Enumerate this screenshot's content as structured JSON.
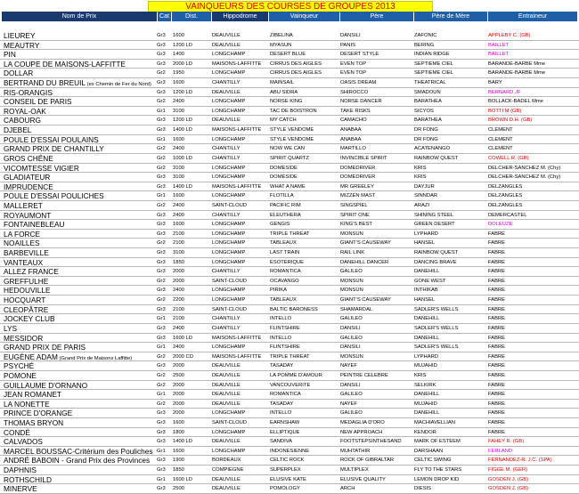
{
  "title": "VAINQUEURS DES COURSES DE GROUPES 2013",
  "headers": {
    "nom": "Nom de Prix",
    "cat": "Cat",
    "dist": "Dist.",
    "hippodrome": "Hippodrome",
    "vainqueur": "Vainqueur",
    "pere": "Père",
    "mere": "Père de Mère",
    "entraineur": "Entraineur"
  },
  "entraineur_colors": {
    "pink": "#e000e0",
    "red": "#e00000"
  },
  "rows": [
    {
      "nom": "LIEUREY",
      "sub": "",
      "cat": "Gr3",
      "dist": "1600",
      "hippo": "DEAUVILLE",
      "vainq": "ZIBELINA",
      "pere": "DANSILI",
      "mere": "ZAFONIC",
      "entr": "APPLEBY C. (GB)",
      "ec": "red"
    },
    {
      "nom": "MEAUTRY",
      "sub": "",
      "cat": "Gr3",
      "dist": "1200 LD",
      "hippo": "DEAUVILLE",
      "vainq": "MYASUN",
      "pere": "PANIS",
      "mere": "BERING",
      "entr": "BAILLET",
      "ec": "pink"
    },
    {
      "nom": "PIN",
      "sub": "",
      "cat": "Gr3",
      "dist": "1400",
      "hippo": "LONGCHAMP",
      "vainq": "DESERT BLUE",
      "pere": "DESERT STYLE",
      "mere": "INDIAN RIDGE",
      "entr": "BAILLET",
      "ec": "pink"
    },
    {
      "nom": "LA COUPE DE MAISONS-LAFFITTE",
      "sub": "",
      "cat": "Gr3",
      "dist": "2000 LD",
      "hippo": "MAISONS-LAFFITTE",
      "vainq": "CIRRUS DES AIGLES",
      "pere": "EVEN TOP",
      "mere": "SEPTIEME CIEL",
      "entr": "BARANDE-BARBE Mme",
      "ec": ""
    },
    {
      "nom": "DOLLAR",
      "sub": "",
      "cat": "Gr2",
      "dist": "1950",
      "hippo": "LONGCHAMP",
      "vainq": "CIRRUS DES AIGLES",
      "pere": "EVEN TOP",
      "mere": "SEPTIEME CIEL",
      "entr": "BARANDE-BARBE Mme",
      "ec": ""
    },
    {
      "nom": "BERTRAND DU BREUIL",
      "sub": " (ex Chemin de Fer du Nord)",
      "cat": "Gr3",
      "dist": "1600",
      "hippo": "CHANTILLY",
      "vainq": "MAINSAIL",
      "pere": "OASIS DREAM",
      "mere": "THEATRICAL",
      "entr": "BARY",
      "ec": ""
    },
    {
      "nom": "RIS-ORANGIS",
      "sub": "",
      "cat": "Gr3",
      "dist": "1200 LD",
      "hippo": "DEAUVILLE",
      "vainq": "ABU SIDRA",
      "pere": "SHIROCCO",
      "mere": "SMADOUN",
      "entr": "BERNARD JF",
      "ec": "pink"
    },
    {
      "nom": "CONSEIL DE PARIS",
      "sub": "",
      "cat": "Gr2",
      "dist": "2400",
      "hippo": "LONGCHAMP",
      "vainq": "NORSE KING",
      "pere": "NORSE DANCER",
      "mere": "BARATHEA",
      "entr": "BOLLACK-BADEL Mme",
      "ec": ""
    },
    {
      "nom": "ROYAL-OAK",
      "sub": "",
      "cat": "Gr1",
      "dist": "3100",
      "hippo": "LONGCHAMP",
      "vainq": "TAC DE BOISTRON",
      "pere": "TAKE RISKS",
      "mere": "SICYOS",
      "entr": "BOTTI M (GB)",
      "ec": "red"
    },
    {
      "nom": "CABOURG",
      "sub": "",
      "cat": "Gr3",
      "dist": "1200 LD",
      "hippo": "DEAUVILLE",
      "vainq": "MY CATCH",
      "pere": "CAMACHO",
      "mere": "BARATHEA",
      "entr": "BROWN D.H. (GB)",
      "ec": "red"
    },
    {
      "nom": "DJEBEL",
      "sub": "",
      "cat": "Gr3",
      "dist": "1400 LD",
      "hippo": "MAISONS-LAFFITTE",
      "vainq": "STYLE VENDOME",
      "pere": "ANABAA",
      "mere": "DR FONG",
      "entr": "CLEMENT",
      "ec": ""
    },
    {
      "nom": "POULE D'ESSAI POULAINS",
      "sub": "",
      "cat": "Gr1",
      "dist": "1600",
      "hippo": "LONGCHAMP",
      "vainq": "STYLE VENDOME",
      "pere": "ANABAA",
      "mere": "DR FONG",
      "entr": "CLEMENT",
      "ec": ""
    },
    {
      "nom": "GRAND PRIX DE CHANTILLY",
      "sub": "",
      "cat": "Gr2",
      "dist": "2400",
      "hippo": "CHANTILLY",
      "vainq": "NOW WE CAN",
      "pere": "MARTILLO",
      "mere": "ACATENANGO",
      "entr": "CLEMENT",
      "ec": ""
    },
    {
      "nom": "GROS CHÊNE",
      "sub": "",
      "cat": "Gr2",
      "dist": "1000 LD",
      "hippo": "CHANTILLY",
      "vainq": "SPIRIT QUARTZ",
      "pere": "INVINCIBLE SPIRIT",
      "mere": "RAINBOW QUEST",
      "entr": "COWELL R. (GB)",
      "ec": "red"
    },
    {
      "nom": "VICOMTESSE VIGIER",
      "sub": "",
      "cat": "Gr2",
      "dist": "3100",
      "hippo": "LONGCHAMP",
      "vainq": "DOMESIDE",
      "pere": "DOMEDRIVER",
      "mere": "KRIS",
      "entr": "DELCHER-SANCHEZ M. (Chy)",
      "ec": ""
    },
    {
      "nom": "GLADIATEUR",
      "sub": "",
      "cat": "Gr3",
      "dist": "3100",
      "hippo": "LONGCHAMP",
      "vainq": "DOMESIDE",
      "pere": "DOMEDRIVER",
      "mere": "KRIS",
      "entr": "DELCHER-SANCHEZ M. (Chy)",
      "ec": ""
    },
    {
      "nom": "IMPRUDENCE",
      "sub": "",
      "cat": "Gr3",
      "dist": "1400 LD",
      "hippo": "MAISONS-LAFFITTE",
      "vainq": "WHAT A NAME",
      "pere": "MR GREELEY",
      "mere": "DAYJUR",
      "entr": "DELZANGLES",
      "ec": ""
    },
    {
      "nom": "POULE D'ESSAI POULICHES",
      "sub": "",
      "cat": "Gr1",
      "dist": "1600",
      "hippo": "LONGCHAMP",
      "vainq": "FLOTILLA",
      "pere": "MIZZEN MAST",
      "mere": "SINNDAR",
      "entr": "DELZANGLES",
      "ec": ""
    },
    {
      "nom": "MALLERET",
      "sub": "",
      "cat": "Gr2",
      "dist": "2400",
      "hippo": "SAINT-CLOUD",
      "vainq": "PACIFIC RIM",
      "pere": "SINGSPIEL",
      "mere": "ARAZI",
      "entr": "DELZANGLES",
      "ec": ""
    },
    {
      "nom": "ROYAUMONT",
      "sub": "",
      "cat": "Gr3",
      "dist": "2400",
      "hippo": "CHANTILLY",
      "vainq": "ELEUTHERA",
      "pere": "SPIRIT ONE",
      "mere": "SHINING STEEL",
      "entr": "DEMERCASTEL",
      "ec": ""
    },
    {
      "nom": "FONTAINEBLEAU",
      "sub": "",
      "cat": "Gr3",
      "dist": "1600",
      "hippo": "LONGCHAMP",
      "vainq": "GENGIS",
      "pere": "KING'S BEST",
      "mere": "GREEN DESERT",
      "entr": "DOLEUZE",
      "ec": "pink"
    },
    {
      "nom": "LA FORCE",
      "sub": "",
      "cat": "Gr3",
      "dist": "2100",
      "hippo": "LONGCHAMP",
      "vainq": "TRIPLE THREAT",
      "pere": "MONSUN",
      "mere": "LYPHARD",
      "entr": "FABRE",
      "ec": ""
    },
    {
      "nom": "NOAILLES",
      "sub": "",
      "cat": "Gr2",
      "dist": "2100",
      "hippo": "LONGCHAMP",
      "vainq": "TABLEAUX",
      "pere": "GIANT'S CAUSEWAY",
      "mere": "HANSEL",
      "entr": "FABRE",
      "ec": ""
    },
    {
      "nom": "BARBEVILLE",
      "sub": "",
      "cat": "Gr3",
      "dist": "3100",
      "hippo": "LONGCHAMP",
      "vainq": "LAST TRAIN",
      "pere": "RAIL LINK",
      "mere": "RAINBOW QUEST",
      "entr": "FABRE",
      "ec": ""
    },
    {
      "nom": "VANTEAUX",
      "sub": "",
      "cat": "Gr3",
      "dist": "1850",
      "hippo": "LONGCHAMP",
      "vainq": "ESOTERIQUE",
      "pere": "DANEHILL DANCER",
      "mere": "DANCING BRAVE",
      "entr": "FABRE",
      "ec": ""
    },
    {
      "nom": "ALLEZ FRANCE",
      "sub": "",
      "cat": "Gr3",
      "dist": "2000",
      "hippo": "CHANTILLY",
      "vainq": "ROMANTICA",
      "pere": "GALILEO",
      "mere": "DANEHILL",
      "entr": "FABRE",
      "ec": ""
    },
    {
      "nom": "GREFFULHE",
      "sub": "",
      "cat": "Gr2",
      "dist": "2000",
      "hippo": "SAINT-CLOUD",
      "vainq": "OCAVANGO",
      "pere": "MONSUN",
      "mere": "GONE WEST",
      "entr": "FABRE",
      "ec": ""
    },
    {
      "nom": "HEDOUVILLE",
      "sub": "",
      "cat": "Gr3",
      "dist": "2400",
      "hippo": "LONGCHAMP",
      "vainq": "PIRIKA",
      "pere": "MONSUN",
      "mere": "INTHIKAB",
      "entr": "FABRE",
      "ec": ""
    },
    {
      "nom": "HOCQUART",
      "sub": "",
      "cat": "Gr2",
      "dist": "2200",
      "hippo": "LONGCHAMP",
      "vainq": "TABLEAUX",
      "pere": "GIANT'S CAUSEWAY",
      "mere": "HANSEL",
      "entr": "FABRE",
      "ec": ""
    },
    {
      "nom": "CLEOPÂTRE",
      "sub": "",
      "cat": "Gr3",
      "dist": "2100",
      "hippo": "SAINT-CLOUD",
      "vainq": "BALTIC BARONESS",
      "pere": "SHAMARDAL",
      "mere": "SADLER'S WELLS",
      "entr": "FABRE",
      "ec": ""
    },
    {
      "nom": "JOCKEY CLUB",
      "sub": "",
      "cat": "Gr1",
      "dist": "2100",
      "hippo": "CHANTILLY",
      "vainq": "INTELLO",
      "pere": "GALILEO",
      "mere": "DANEHILL",
      "entr": "FABRE",
      "ec": ""
    },
    {
      "nom": "LYS",
      "sub": "",
      "cat": "Gr3",
      "dist": "2400",
      "hippo": "CHANTILLY",
      "vainq": "FLINTSHIRE",
      "pere": "DANSILI",
      "mere": "SADLER'S WELLS",
      "entr": "FABRE",
      "ec": ""
    },
    {
      "nom": "MESSIDOR",
      "sub": "",
      "cat": "Gr3",
      "dist": "1600 LD",
      "hippo": "MAISONS-LAFFITTE",
      "vainq": "INTELLO",
      "pere": "GALILEO",
      "mere": "DANEHILL",
      "entr": "FABRE",
      "ec": ""
    },
    {
      "nom": "GRAND PRIX DE PARIS",
      "sub": "",
      "cat": "Gr1",
      "dist": "2400",
      "hippo": "LONGCHAMP",
      "vainq": "FLINTSHIRE",
      "pere": "DANSILI",
      "mere": "SADLER'S WELLS",
      "entr": "FABRE",
      "ec": ""
    },
    {
      "nom": "EUGÈNE ADAM",
      "sub": " (Grand Prix de Maisons Laffitte)",
      "cat": "Gr2",
      "dist": "2000 CD",
      "hippo": "MAISONS-LAFFITTE",
      "vainq": "TRIPLE THREAT",
      "pere": "MONSUN",
      "mere": "LYPHARD",
      "entr": "FABRE",
      "ec": ""
    },
    {
      "nom": "PSYCHÉ",
      "sub": "",
      "cat": "Gr3",
      "dist": "2000",
      "hippo": "DEAUVILLE",
      "vainq": "TASADAY",
      "pere": "NAYEF",
      "mere": "MUJAHID",
      "entr": "FABRE",
      "ec": ""
    },
    {
      "nom": "POMONE",
      "sub": "",
      "cat": "Gr2",
      "dist": "2500",
      "hippo": "DEAUVILLE",
      "vainq": "LA POMME D'AMOUR",
      "pere": "PEINTRE CELEBRE",
      "mere": "KRIS",
      "entr": "FABRE",
      "ec": ""
    },
    {
      "nom": "GUILLAUME D'ORNANO",
      "sub": "",
      "cat": "Gr2",
      "dist": "2000",
      "hippo": "DEAUVILLE",
      "vainq": "VANCOUVERITE",
      "pere": "DANSILI",
      "mere": "SELKIRK",
      "entr": "FABRE",
      "ec": ""
    },
    {
      "nom": "JEAN ROMANET",
      "sub": "",
      "cat": "Gr1",
      "dist": "2000",
      "hippo": "DEAUVILLE",
      "vainq": "ROMANTICA",
      "pere": "GALILEO",
      "mere": "DANEHILL",
      "entr": "FABRE",
      "ec": ""
    },
    {
      "nom": "LA NONETTE",
      "sub": "",
      "cat": "Gr2",
      "dist": "2000",
      "hippo": "DEAUVILLE",
      "vainq": "TASADAY",
      "pere": "NAYEF",
      "mere": "MUJAHID",
      "entr": "FABRE",
      "ec": ""
    },
    {
      "nom": "PRINCE D'ORANGE",
      "sub": "",
      "cat": "Gr3",
      "dist": "2000",
      "hippo": "LONGCHAMP",
      "vainq": "INTELLO",
      "pere": "GALILEO",
      "mere": "DANEHILL",
      "entr": "FABRE",
      "ec": ""
    },
    {
      "nom": "THOMAS BRYON",
      "sub": "",
      "cat": "Gr3",
      "dist": "1600",
      "hippo": "SAINT-CLOUD",
      "vainq": "EARNSHAW",
      "pere": "MEDAGLIA D'ORO",
      "mere": "MACHIAVELLIAN",
      "entr": "FABRE",
      "ec": ""
    },
    {
      "nom": "CONDÉ",
      "sub": "",
      "cat": "Gr3",
      "dist": "1800",
      "hippo": "LONGCHAMP",
      "vainq": "ELLIPTIQUE",
      "pere": "NEW APPROACH",
      "mere": "KENDOR",
      "entr": "FABRE",
      "ec": ""
    },
    {
      "nom": "CALVADOS",
      "sub": "",
      "cat": "Gr3",
      "dist": "1400 LD",
      "hippo": "DEAUVILLE",
      "vainq": "SANDIVA",
      "pere": "FOOTSTEPSINTHESAND",
      "mere": "MARK OF ESTEEM",
      "entr": "FAHEY R. (GB)",
      "ec": "red"
    },
    {
      "nom": "MARCEL BOUSSAC-Critérium des Pouliches",
      "sub": "",
      "cat": "Gr1",
      "dist": "1600",
      "hippo": "LONGCHAMP",
      "vainq": "INDONESIENNE",
      "pere": "MUHTATHIR",
      "mere": "DARSHAAN",
      "entr": "FERLAND",
      "ec": "pink"
    },
    {
      "nom": "ANDRÉ BABOIN - Grand Prix des Provinces",
      "sub": "",
      "cat": "Gr3",
      "dist": "1900",
      "hippo": "BORDEAUX",
      "vainq": "CELTIC ROCK",
      "pere": "ROCK OF GIBRALTAR",
      "mere": "CELTIC SWING",
      "entr": "FERNANDEZ-R. J.C. (SPA)",
      "ec": "red"
    },
    {
      "nom": "DAPHNIS",
      "sub": "",
      "cat": "Gr3",
      "dist": "1850",
      "hippo": "COMPIEGNE",
      "vainq": "SUPERPLEX",
      "pere": "MULTIPLEX",
      "mere": "FLY TO THE STARS",
      "entr": "FIGGE M. (GER)",
      "ec": "red"
    },
    {
      "nom": "ROTHSCHILD",
      "sub": "",
      "cat": "Gr1",
      "dist": "1600 LD",
      "hippo": "DEAUVILLE",
      "vainq": "ELUSIVE KATE",
      "pere": "ELUSIVE QUALITY",
      "mere": "LEMON DROP KID",
      "entr": "GOSDEN J. (GB)",
      "ec": "red"
    },
    {
      "nom": "MINERVE",
      "sub": "",
      "cat": "Gr3",
      "dist": "2500",
      "hippo": "DEAUVILLE",
      "vainq": "POMOLOGY",
      "pere": "ARCH",
      "mere": "DIESIS",
      "entr": "GOSDEN J. (GB)",
      "ec": "red"
    }
  ]
}
